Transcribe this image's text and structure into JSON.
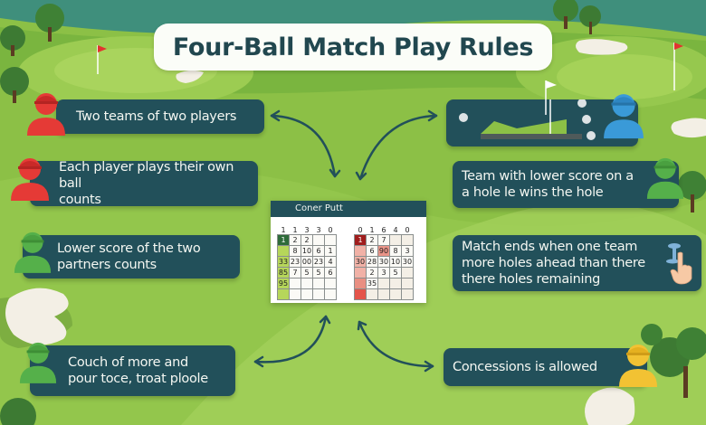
{
  "title": "Four-Ball Match Play Rules",
  "colors": {
    "card_bg": "#22505a",
    "title_text": "#21474f",
    "grass": "#8fc24a",
    "team_red": "#e53a36",
    "team_green": "#55b04a",
    "team_blue": "#3a9ad8",
    "team_yellow": "#f2c233",
    "arrow": "#22505a"
  },
  "left_cards": [
    {
      "text": "Two teams of two players",
      "icon": "red-player-icon"
    },
    {
      "text": "Each player plays their own ball\ncounts",
      "icon": "red-player-icon"
    },
    {
      "text": "Lower score of the two\npartners counts",
      "icon": "green-player-icon"
    },
    {
      "text": "Couch of more and\npour toce, troat ploole",
      "icon": "green-player-icon"
    }
  ],
  "right_cards": [
    {
      "text": "",
      "icon": "blue-player-icon",
      "illustration": "putting-green-icon"
    },
    {
      "text": "Team with lower score on a\na hole  le wins the hole",
      "icon": "green-player-icon"
    },
    {
      "text": "Match ends when one team\nmore holes ahead than there\nthere holes remaining",
      "icon": "hand-pointing-icon"
    },
    {
      "text": "Concessions is allowed",
      "icon": "yellow-player-icon"
    }
  ],
  "scorecard": {
    "title": "Coner Putt",
    "left_grid": {
      "header": [
        "1",
        "1",
        "3",
        "3",
        "0"
      ],
      "rows": [
        [
          "1",
          "2",
          "2",
          "",
          ""
        ],
        [
          "",
          "8",
          "10",
          "6",
          "1"
        ],
        [
          "33",
          "23",
          "00",
          "23",
          "4"
        ],
        [
          "85",
          "7",
          "5",
          "5",
          "6"
        ],
        [
          "95",
          "",
          "",
          "",
          ""
        ],
        [
          "",
          "",
          "",
          "",
          ""
        ]
      ]
    },
    "right_grid": {
      "header": [
        "0",
        "1",
        "6",
        "4",
        "0"
      ],
      "rows": [
        [
          "1",
          "2",
          "7",
          "",
          ""
        ],
        [
          "",
          "6",
          "90",
          "8",
          "3"
        ],
        [
          "30",
          "28",
          "30",
          "10",
          "30"
        ],
        [
          "",
          "2",
          "3",
          "5",
          ""
        ],
        [
          "",
          "35",
          "",
          "",
          ""
        ],
        [
          "",
          "",
          "",
          "",
          ""
        ]
      ]
    }
  }
}
